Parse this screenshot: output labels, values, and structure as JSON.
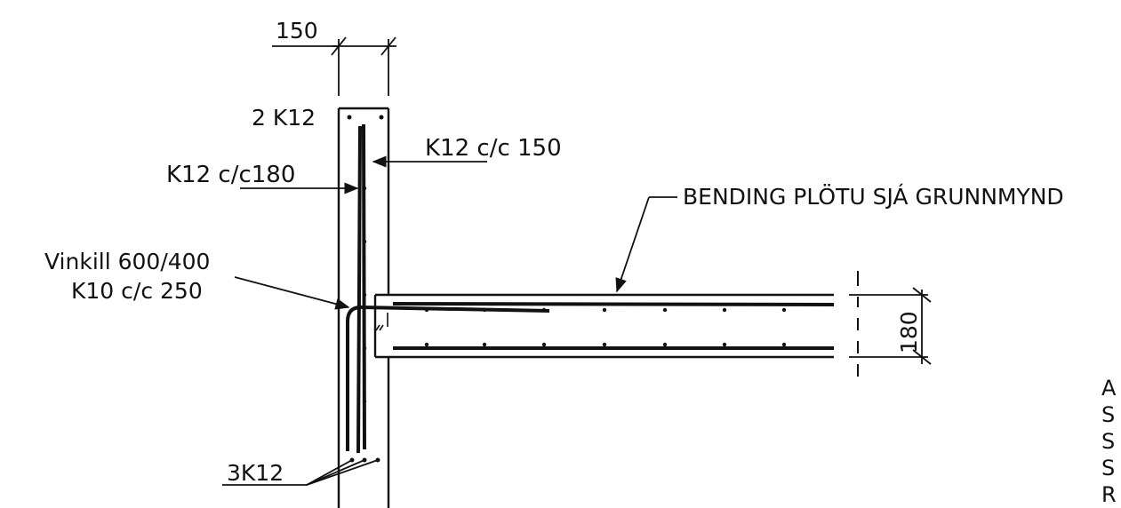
{
  "drawing": {
    "dimensions": {
      "wall_thickness": "150",
      "slab_thickness": "180"
    },
    "labels": {
      "top_bars": "2 K12",
      "outer_bars": "K12 c/c 150",
      "inner_bars": "K12 c/c180",
      "angle_bar": "Vinkill 600/400",
      "angle_spacing": "K10 c/c 250",
      "slab_note": "BENDING PLÖTU SJÁ GRUNNMYND",
      "bottom_bars": "3K12"
    },
    "side_letters": [
      "A",
      "S",
      "S",
      "S",
      "R"
    ],
    "colors": {
      "ink": "#111111",
      "background": "#ffffff"
    }
  }
}
